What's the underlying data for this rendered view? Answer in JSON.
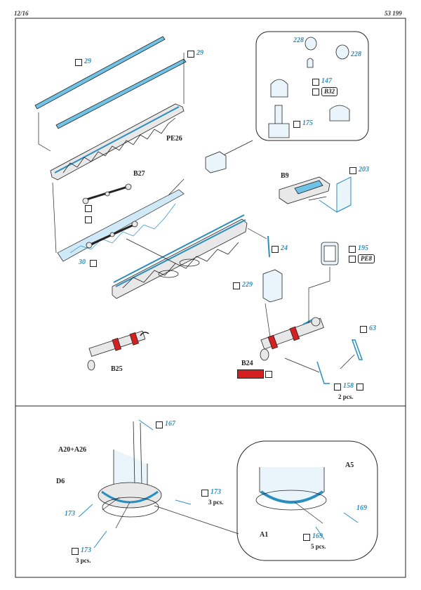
{
  "header": {
    "page": "12/16",
    "code": "53 199"
  },
  "parts": {
    "p29a": "29",
    "p29b": "29",
    "p228a": "228",
    "p228b": "228",
    "p147": "147",
    "p175": "175",
    "p203": "203",
    "p30": "30",
    "p24": "24",
    "p195": "195",
    "p229": "229",
    "p63": "63",
    "p158": "158",
    "p167": "167",
    "p173a": "173",
    "p173b": "173",
    "p173c": "173",
    "p169a": "169",
    "p169b": "169"
  },
  "labels": {
    "pe26": "PE26",
    "b27": "B27",
    "b9": "B9",
    "b32": "B32",
    "pe8": "PE8",
    "b24": "B24",
    "b25": "B25",
    "a20a26": "A20+A26",
    "d6": "D6",
    "a5": "A5",
    "a1": "A1"
  },
  "quantities": {
    "q158": "2 pcs.",
    "q173a": "3 pcs.",
    "q173c": "3 pcs.",
    "q169b": "5 pcs."
  },
  "colors": {
    "pe_part": "#2a8ec0",
    "resin_part": "#d42020",
    "line": "#222222"
  },
  "icons": {
    "bend": "checkmark-box-icon",
    "fold": "half-circle-icon",
    "resin": "resin-part-icon"
  }
}
